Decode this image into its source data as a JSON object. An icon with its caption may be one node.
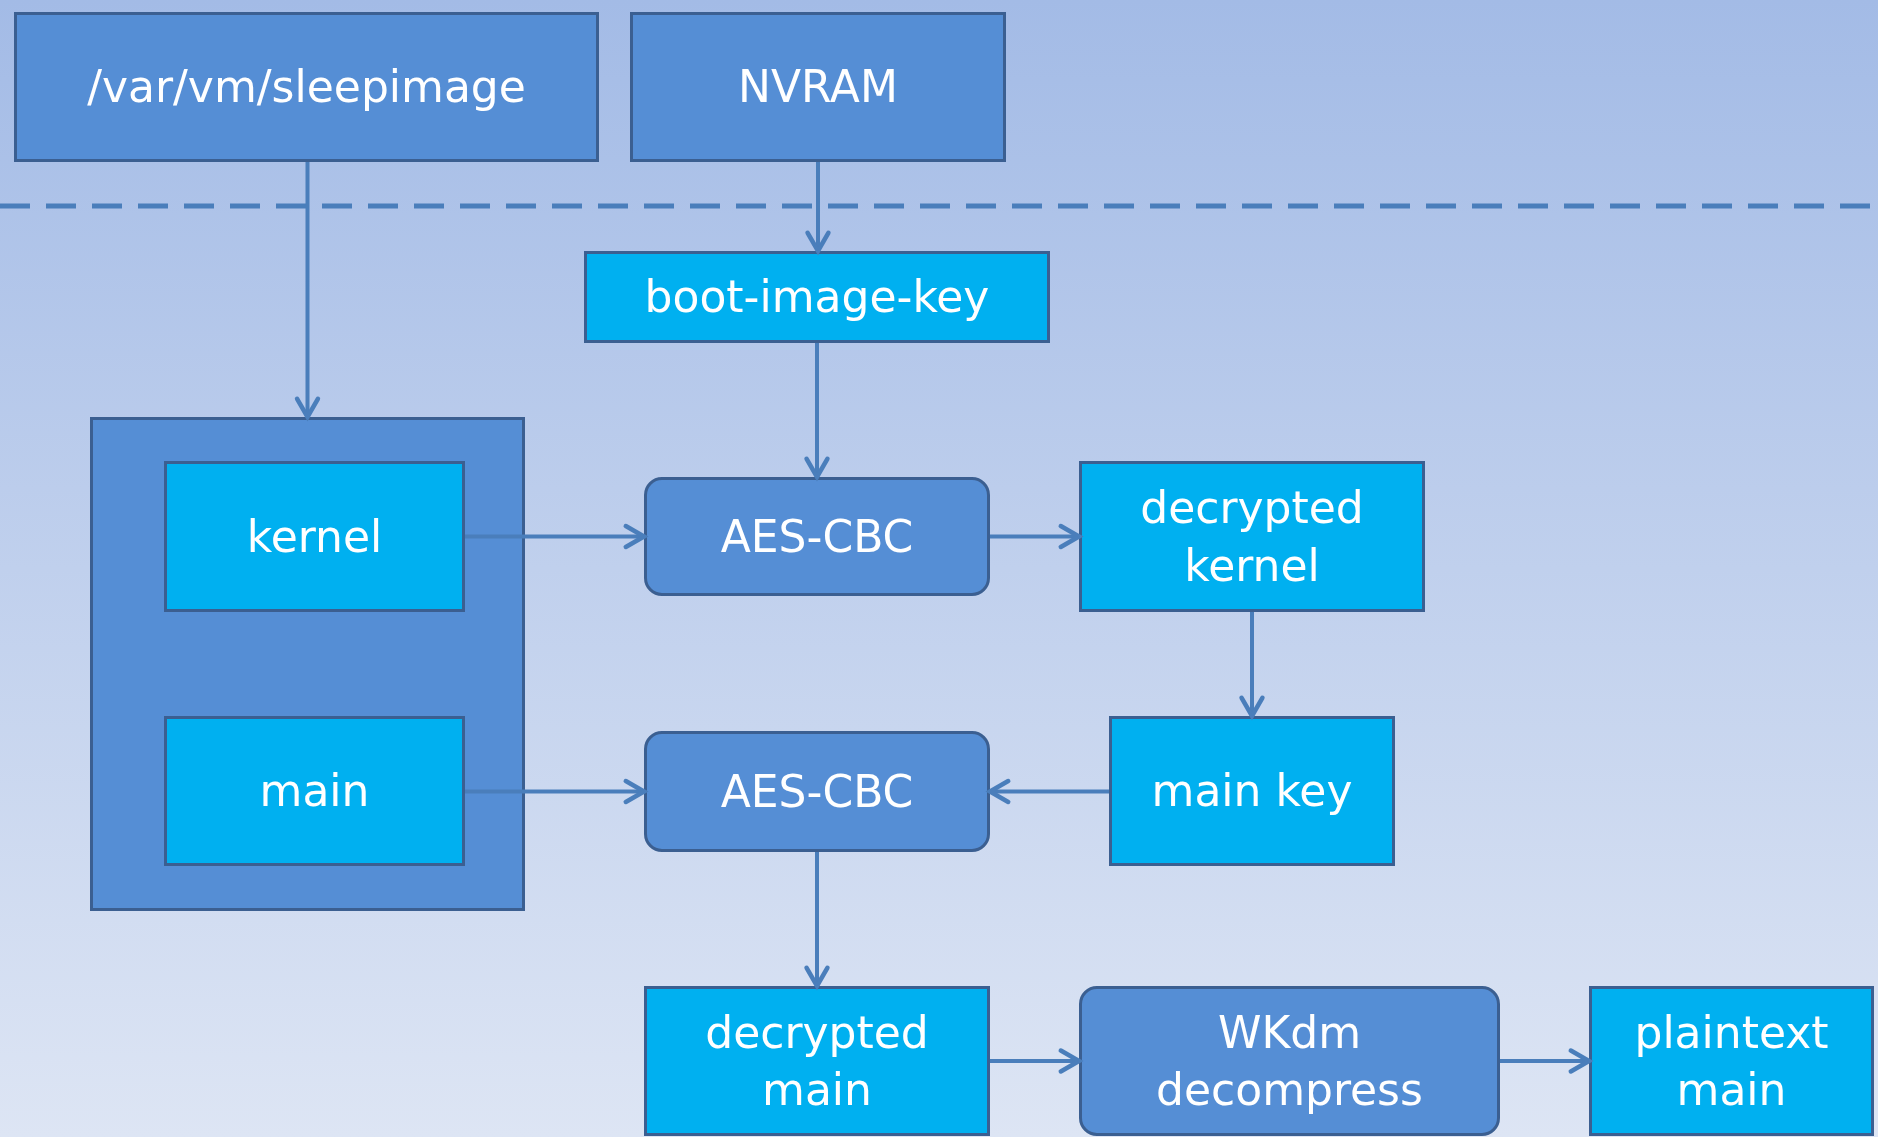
{
  "diagram": {
    "nodes": [
      {
        "text": [
          "/var/vm/sleepimage"
        ]
      },
      {
        "text": [
          "NVRAM"
        ]
      },
      {
        "text": [
          "boot-image-key"
        ]
      },
      {
        "text": [],
        "shape": "box"
      },
      {
        "text": [
          "kernel"
        ],
        "in": 3
      },
      {
        "text": [
          "main"
        ],
        "in": 3
      },
      {
        "text": [
          "AES-CBC"
        ]
      },
      {
        "text": [
          "decrypted kernel"
        ]
      },
      {
        "text": [
          "AES-CBC"
        ]
      },
      {
        "text": [
          "main key"
        ]
      },
      {
        "text": [
          "decrypted main"
        ]
      },
      {
        "text": [
          "WKdm decompress"
        ]
      },
      {
        "text": [
          "plaintext main"
        ]
      }
    ],
    "edges": [
      {
        "from": 0,
        "to": 3,
        "arrow": "to"
      },
      {
        "from": 1,
        "to": 2,
        "arrow": "to"
      },
      {
        "from": 2,
        "to": 6,
        "arrow": "to"
      },
      {
        "from": 4,
        "to": 6,
        "arrow": "to"
      },
      {
        "from": 6,
        "to": 7,
        "arrow": "to"
      },
      {
        "from": 7,
        "to": 9,
        "arrow": "to"
      },
      {
        "from": 9,
        "to": 8,
        "arrow": "to"
      },
      {
        "from": 5,
        "to": 8,
        "arrow": "to"
      },
      {
        "from": 8,
        "to": 10,
        "arrow": "to"
      },
      {
        "from": 10,
        "to": 11,
        "arrow": "to"
      },
      {
        "from": 11,
        "to": 12,
        "arrow": "to"
      }
    ]
  }
}
